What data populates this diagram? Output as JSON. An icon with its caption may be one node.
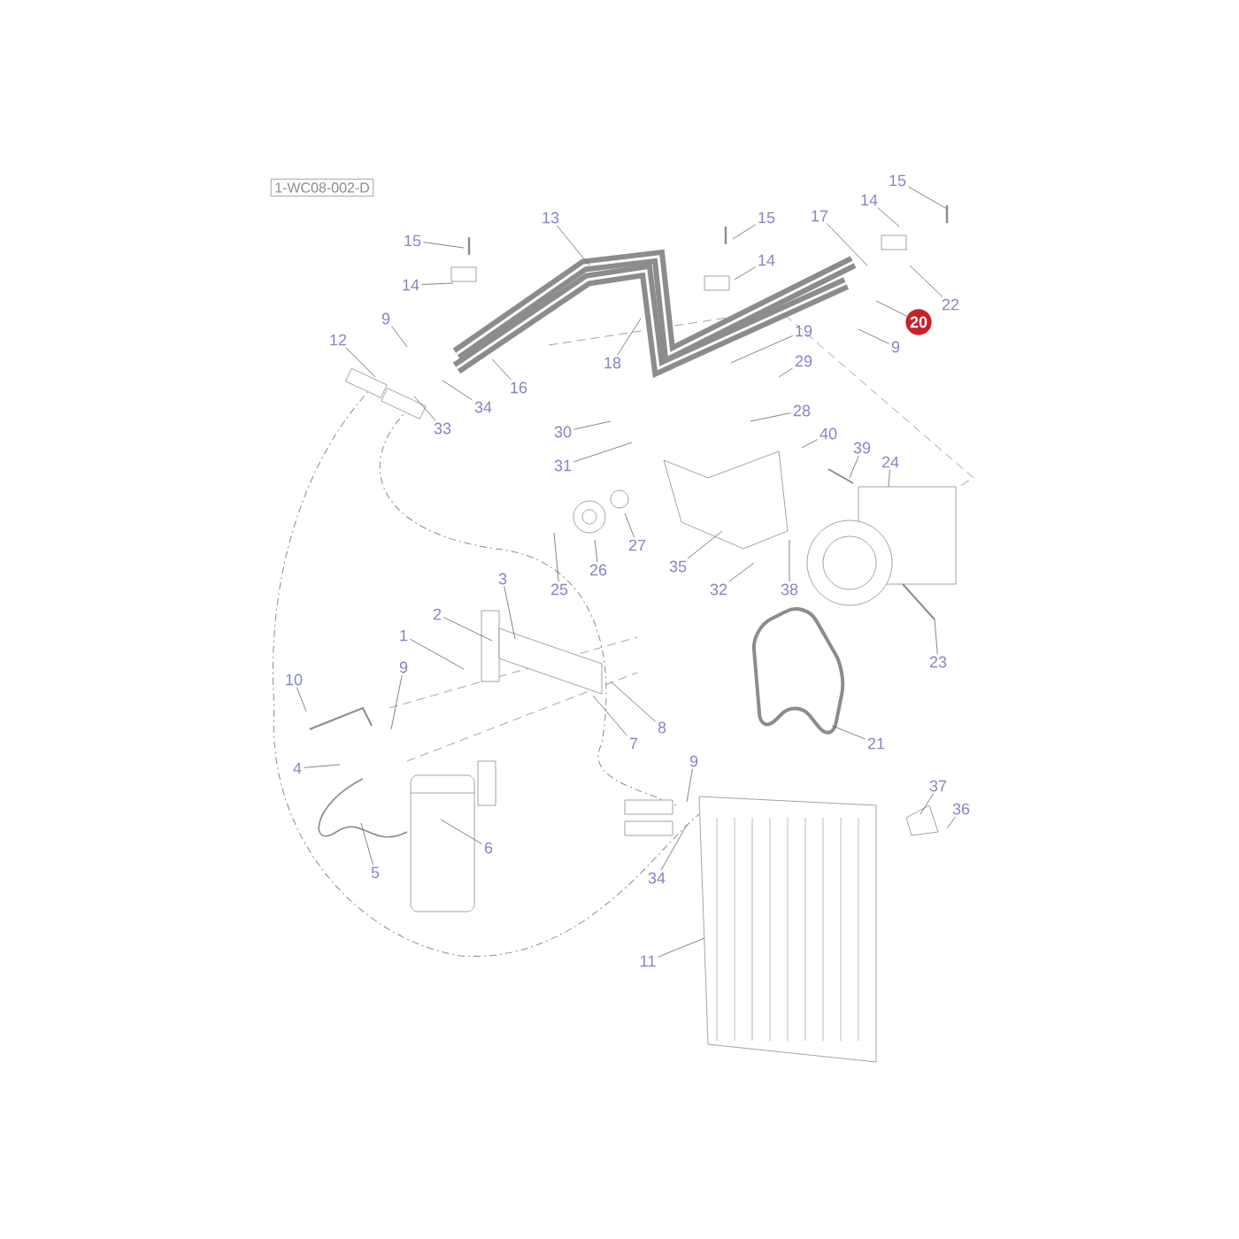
{
  "diagram": {
    "nodes": [
      {
        "text": [
          "1-WC08-002-D"
        ]
      },
      {
        "text": [
          "15"
        ]
      },
      {
        "text": [
          "13"
        ]
      },
      {
        "text": [
          "15"
        ]
      },
      {
        "text": [
          "15"
        ]
      },
      {
        "text": [
          "14"
        ]
      },
      {
        "text": [
          "17"
        ]
      },
      {
        "text": [
          "14"
        ]
      },
      {
        "text": [
          "14"
        ]
      },
      {
        "text": [
          "22"
        ]
      },
      {
        "text": [
          "9"
        ]
      },
      {
        "text": [
          "20"
        ]
      },
      {
        "text": [
          "12"
        ]
      },
      {
        "text": [
          "19"
        ]
      },
      {
        "text": [
          "9"
        ]
      },
      {
        "text": [
          "18"
        ]
      },
      {
        "text": [
          "29"
        ]
      },
      {
        "text": [
          "16"
        ]
      },
      {
        "text": [
          "34"
        ]
      },
      {
        "text": [
          "28"
        ]
      },
      {
        "text": [
          "33"
        ]
      },
      {
        "text": [
          "40"
        ]
      },
      {
        "text": [
          "30"
        ]
      },
      {
        "text": [
          "39"
        ]
      },
      {
        "text": [
          "24"
        ]
      },
      {
        "text": [
          "31"
        ]
      },
      {
        "text": [
          "27"
        ]
      },
      {
        "text": [
          "26"
        ]
      },
      {
        "text": [
          "35"
        ]
      },
      {
        "text": [
          "25"
        ]
      },
      {
        "text": [
          "32"
        ]
      },
      {
        "text": [
          "38"
        ]
      },
      {
        "text": [
          "3"
        ]
      },
      {
        "text": [
          "2"
        ]
      },
      {
        "text": [
          "1"
        ]
      },
      {
        "text": [
          "23"
        ]
      },
      {
        "text": [
          "9"
        ]
      },
      {
        "text": [
          "10"
        ]
      },
      {
        "text": [
          "8"
        ]
      },
      {
        "text": [
          "7"
        ]
      },
      {
        "text": [
          "21"
        ]
      },
      {
        "text": [
          "9"
        ]
      },
      {
        "text": [
          "4"
        ]
      },
      {
        "text": [
          "37"
        ]
      },
      {
        "text": [
          "36"
        ]
      },
      {
        "text": [
          "6"
        ]
      },
      {
        "text": [
          "5"
        ]
      },
      {
        "text": [
          "34"
        ]
      },
      {
        "text": [
          "11"
        ]
      }
    ],
    "edges": [
      {
        "from": 1,
        "to": null,
        "arrow": "none"
      },
      {
        "from": 2,
        "to": null,
        "arrow": "none"
      },
      {
        "from": 3,
        "to": null,
        "arrow": "none"
      },
      {
        "from": 4,
        "to": null,
        "arrow": "none"
      },
      {
        "from": 5,
        "to": null,
        "arrow": "none"
      },
      {
        "from": 6,
        "to": null,
        "arrow": "none"
      },
      {
        "from": 7,
        "to": null,
        "arrow": "none"
      },
      {
        "from": 8,
        "to": null,
        "arrow": "none"
      },
      {
        "from": 9,
        "to": null,
        "arrow": "none"
      },
      {
        "from": 10,
        "to": null,
        "arrow": "none"
      },
      {
        "from": 11,
        "to": null,
        "arrow": "none"
      },
      {
        "from": 12,
        "to": null,
        "arrow": "none"
      },
      {
        "from": 13,
        "to": null,
        "arrow": "none"
      },
      {
        "from": 14,
        "to": null,
        "arrow": "none"
      },
      {
        "from": 15,
        "to": null,
        "arrow": "none"
      },
      {
        "from": 16,
        "to": null,
        "arrow": "none"
      },
      {
        "from": 17,
        "to": null,
        "arrow": "none"
      },
      {
        "from": 18,
        "to": null,
        "arrow": "none"
      },
      {
        "from": 19,
        "to": null,
        "arrow": "none"
      },
      {
        "from": 20,
        "to": null,
        "arrow": "none"
      },
      {
        "from": 21,
        "to": null,
        "arrow": "none"
      },
      {
        "from": 22,
        "to": null,
        "arrow": "none"
      },
      {
        "from": 23,
        "to": null,
        "arrow": "none"
      },
      {
        "from": 24,
        "to": null,
        "arrow": "none"
      },
      {
        "from": 25,
        "to": null,
        "arrow": "none"
      },
      {
        "from": 26,
        "to": null,
        "arrow": "none"
      },
      {
        "from": 27,
        "to": null,
        "arrow": "none"
      },
      {
        "from": 28,
        "to": null,
        "arrow": "none"
      },
      {
        "from": 29,
        "to": null,
        "arrow": "none"
      },
      {
        "from": 30,
        "to": null,
        "arrow": "none"
      },
      {
        "from": 31,
        "to": null,
        "arrow": "none"
      },
      {
        "from": 32,
        "to": null,
        "arrow": "none"
      },
      {
        "from": 33,
        "to": null,
        "arrow": "none"
      },
      {
        "from": 34,
        "to": null,
        "arrow": "none"
      },
      {
        "from": 35,
        "to": null,
        "arrow": "none"
      },
      {
        "from": 36,
        "to": null,
        "arrow": "none"
      },
      {
        "from": 37,
        "to": null,
        "arrow": "none"
      },
      {
        "from": 38,
        "to": null,
        "arrow": "none"
      },
      {
        "from": 39,
        "to": null,
        "arrow": "none"
      },
      {
        "from": 40,
        "to": null,
        "arrow": "none"
      },
      {
        "from": 41,
        "to": null,
        "arrow": "none"
      },
      {
        "from": 42,
        "to": null,
        "arrow": "none"
      },
      {
        "from": 43,
        "to": null,
        "arrow": "none"
      },
      {
        "from": 44,
        "to": null,
        "arrow": "none"
      },
      {
        "from": 45,
        "to": null,
        "arrow": "none"
      },
      {
        "from": 46,
        "to": null,
        "arrow": "none"
      },
      {
        "from": 47,
        "to": null,
        "arrow": "none"
      },
      {
        "from": 48,
        "to": null,
        "arrow": "none"
      }
    ]
  }
}
